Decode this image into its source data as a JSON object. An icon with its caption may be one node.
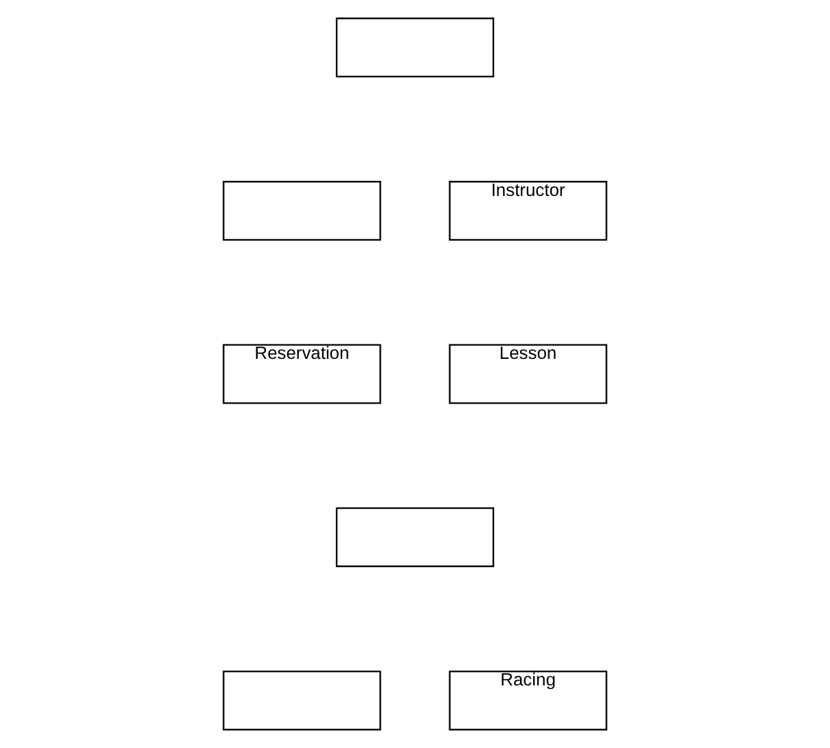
{
  "diagram": {
    "nodes": [
      {
        "text": [],
        "shape": "box"
      },
      {
        "text": [],
        "shape": "box"
      },
      {
        "text": [
          "Instructor"
        ]
      },
      {
        "text": [
          "Reservation"
        ]
      },
      {
        "text": [
          "Lesson"
        ]
      },
      {
        "text": [],
        "shape": "box"
      },
      {
        "text": [],
        "shape": "box"
      },
      {
        "text": [
          "Racing"
        ]
      }
    ]
  }
}
